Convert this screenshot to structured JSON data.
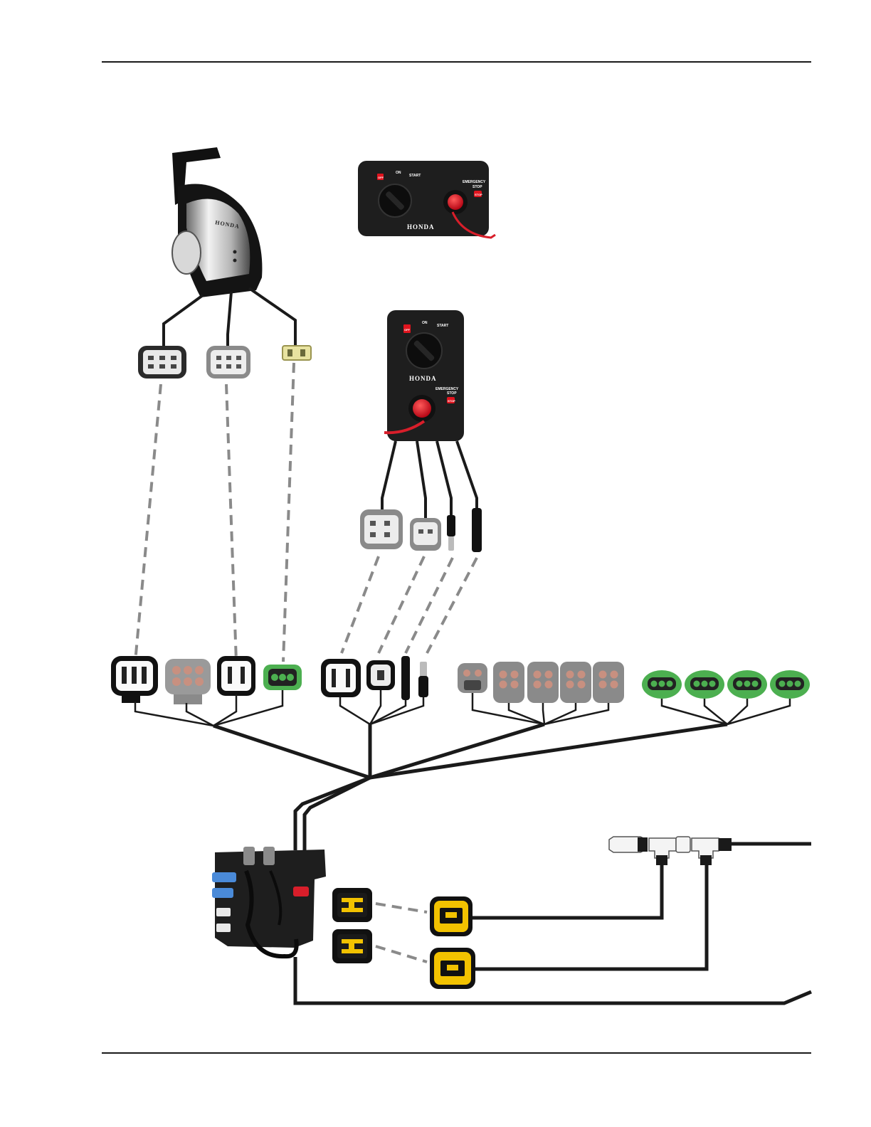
{
  "panel_horizontal": {
    "off_label": "OFF",
    "on_label": "ON",
    "start_label": "START",
    "emergency_label": "EMERGENCY",
    "stop_label": "STOP",
    "stop_button_label": "STOP",
    "brand": "HONDA"
  },
  "panel_vertical": {
    "off_label": "OFF",
    "on_label": "ON",
    "start_label": "START",
    "brand": "HONDA",
    "emergency_label": "EMERGENCY",
    "stop_label": "STOP",
    "stop_button_label": "STOP"
  },
  "remote_control": {
    "brand": "HONDA"
  },
  "colors": {
    "wire": "#1a1a1a",
    "dash_line": "#8a8a8a",
    "panel_body": "#1e1e1e",
    "stop_button": "#e0141e",
    "connector_gray": "#c8c8c8",
    "connector_green": "#4caf50",
    "connector_yellow": "#f2c200",
    "connector_pins_brown": "#c89080",
    "connector_blue": "#4a8ad8",
    "lanyard_red": "#d81e2a"
  },
  "icons": [
    "key-switch-icon",
    "stop-button-icon",
    "connector-icon",
    "nmea-tee-icon",
    "junction-box-icon"
  ]
}
